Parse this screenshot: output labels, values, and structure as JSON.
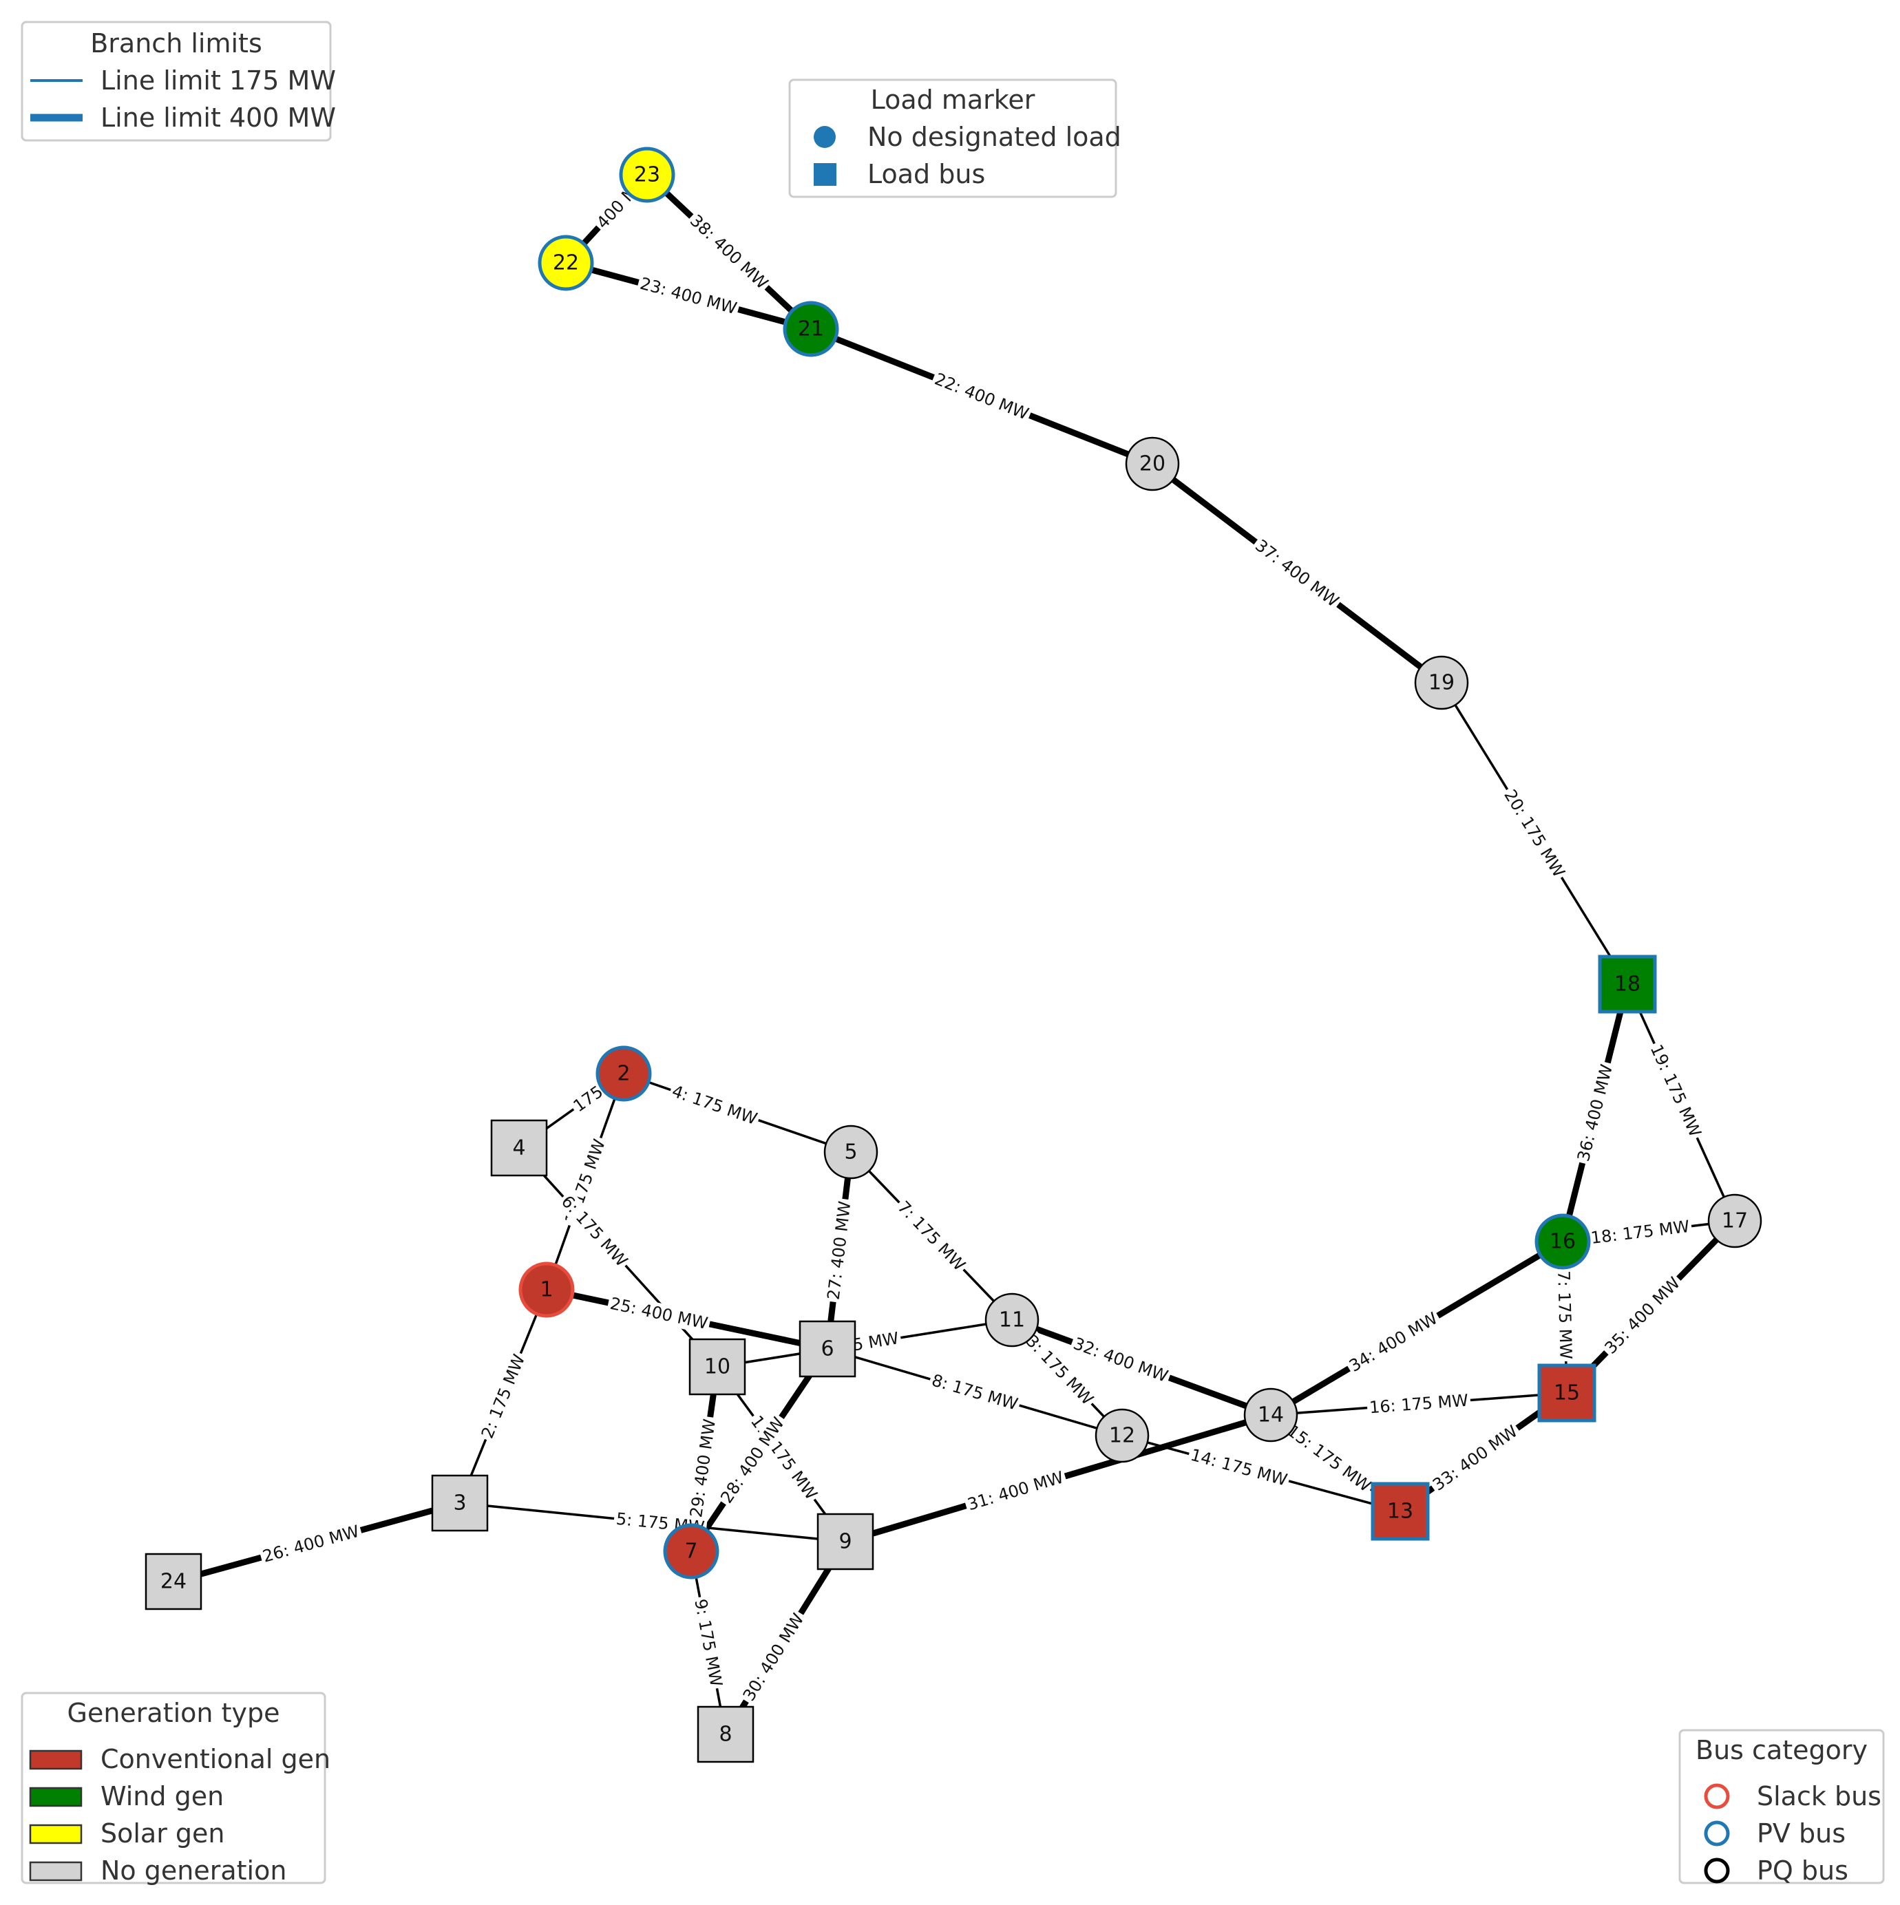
{
  "colors": {
    "conventional": "#c0392b",
    "wind": "#008000",
    "solar": "#ffff00",
    "none": "#d3d3d3",
    "slack": "#e74c3c",
    "pv": "#1f77b4",
    "pq": "#000000",
    "edge": "#000000",
    "legend_blue": "#1f77b4"
  },
  "buses": [
    {
      "id": "1",
      "label": "1",
      "shape": "circle",
      "gen": "conventional",
      "category": "slack"
    },
    {
      "id": "2",
      "label": "2",
      "shape": "circle",
      "gen": "conventional",
      "category": "pv"
    },
    {
      "id": "3",
      "label": "3",
      "shape": "square",
      "gen": "none",
      "category": "pq"
    },
    {
      "id": "4",
      "label": "4",
      "shape": "square",
      "gen": "none",
      "category": "pq"
    },
    {
      "id": "5",
      "label": "5",
      "shape": "circle",
      "gen": "none",
      "category": "pq"
    },
    {
      "id": "6",
      "label": "6",
      "shape": "square",
      "gen": "none",
      "category": "pq"
    },
    {
      "id": "7",
      "label": "7",
      "shape": "circle",
      "gen": "conventional",
      "category": "pv"
    },
    {
      "id": "8",
      "label": "8",
      "shape": "square",
      "gen": "none",
      "category": "pq"
    },
    {
      "id": "9",
      "label": "9",
      "shape": "square",
      "gen": "none",
      "category": "pq"
    },
    {
      "id": "10",
      "label": "10",
      "shape": "square",
      "gen": "none",
      "category": "pq"
    },
    {
      "id": "11",
      "label": "11",
      "shape": "circle",
      "gen": "none",
      "category": "pq"
    },
    {
      "id": "12",
      "label": "12",
      "shape": "circle",
      "gen": "none",
      "category": "pq"
    },
    {
      "id": "13",
      "label": "13",
      "shape": "square",
      "gen": "conventional",
      "category": "pv"
    },
    {
      "id": "14",
      "label": "14",
      "shape": "circle",
      "gen": "none",
      "category": "pq"
    },
    {
      "id": "15",
      "label": "15",
      "shape": "square",
      "gen": "conventional",
      "category": "pv"
    },
    {
      "id": "16",
      "label": "16",
      "shape": "circle",
      "gen": "wind",
      "category": "pv"
    },
    {
      "id": "17",
      "label": "17",
      "shape": "circle",
      "gen": "none",
      "category": "pq"
    },
    {
      "id": "18",
      "label": "18",
      "shape": "square",
      "gen": "wind",
      "category": "pv"
    },
    {
      "id": "19",
      "label": "19",
      "shape": "circle",
      "gen": "none",
      "category": "pq"
    },
    {
      "id": "20",
      "label": "20",
      "shape": "circle",
      "gen": "none",
      "category": "pq"
    },
    {
      "id": "21",
      "label": "21",
      "shape": "circle",
      "gen": "wind",
      "category": "pv"
    },
    {
      "id": "22",
      "label": "22",
      "shape": "circle",
      "gen": "solar",
      "category": "pv"
    },
    {
      "id": "23",
      "label": "23",
      "shape": "circle",
      "gen": "solar",
      "category": "pv"
    },
    {
      "id": "24",
      "label": "24",
      "shape": "square",
      "gen": "none",
      "category": "pq"
    }
  ],
  "branches": [
    {
      "from": "1",
      "to": "2",
      "limit": 175,
      "label": "1: 175 MW"
    },
    {
      "from": "1",
      "to": "3",
      "limit": 175,
      "label": "2: 175 MW"
    },
    {
      "from": "2",
      "to": "4",
      "limit": 175,
      "label": "175 MW"
    },
    {
      "from": "2",
      "to": "5",
      "limit": 175,
      "label": "4: 175 MW"
    },
    {
      "from": "3",
      "to": "9",
      "limit": 175,
      "label": "5: 175 MW"
    },
    {
      "from": "4",
      "to": "10",
      "limit": 175,
      "label": "6: 175 MW"
    },
    {
      "from": "5",
      "to": "11",
      "limit": 175,
      "label": "7: 175 MW"
    },
    {
      "from": "6",
      "to": "12",
      "limit": 175,
      "label": "8: 175 MW"
    },
    {
      "from": "7",
      "to": "8",
      "limit": 175,
      "label": "9: 175 MW"
    },
    {
      "from": "10",
      "to": "11",
      "limit": 175,
      "label": "75 MW"
    },
    {
      "from": "10",
      "to": "9",
      "limit": 175,
      "label": "11: 175 MW"
    },
    {
      "from": "11",
      "to": "12",
      "limit": 175,
      "label": "13: 175 MW"
    },
    {
      "from": "12",
      "to": "13",
      "limit": 175,
      "label": "14: 175 MW"
    },
    {
      "from": "14",
      "to": "13",
      "limit": 175,
      "label": "15: 175 MW"
    },
    {
      "from": "14",
      "to": "15",
      "limit": 175,
      "label": "16: 175 MW"
    },
    {
      "from": "16",
      "to": "15",
      "limit": 175,
      "label": "17: 175 MW"
    },
    {
      "from": "16",
      "to": "17",
      "limit": 175,
      "label": "18: 175 MW"
    },
    {
      "from": "18",
      "to": "17",
      "limit": 175,
      "label": "19: 175 MW"
    },
    {
      "from": "19",
      "to": "18",
      "limit": 175,
      "label": "20: 175 MW"
    },
    {
      "from": "21",
      "to": "20",
      "limit": 400,
      "label": "22: 400 MW"
    },
    {
      "from": "22",
      "to": "21",
      "limit": 400,
      "label": "23: 400 MW"
    },
    {
      "from": "1",
      "to": "6",
      "limit": 400,
      "label": "25: 400 MW"
    },
    {
      "from": "24",
      "to": "3",
      "limit": 400,
      "label": "26: 400 MW"
    },
    {
      "from": "5",
      "to": "6",
      "limit": 400,
      "label": "27: 400 MW"
    },
    {
      "from": "7",
      "to": "6",
      "limit": 400,
      "label": "28: 400 MW"
    },
    {
      "from": "7",
      "to": "10",
      "limit": 400,
      "label": "29: 400 MW"
    },
    {
      "from": "8",
      "to": "9",
      "limit": 400,
      "label": "30: 400 MW"
    },
    {
      "from": "9",
      "to": "14",
      "limit": 400,
      "label": "31: 400 MW"
    },
    {
      "from": "11",
      "to": "14",
      "limit": 400,
      "label": "32: 400 MW"
    },
    {
      "from": "13",
      "to": "15",
      "limit": 400,
      "label": "33: 400 MW"
    },
    {
      "from": "14",
      "to": "16",
      "limit": 400,
      "label": "34: 400 MW"
    },
    {
      "from": "15",
      "to": "17",
      "limit": 400,
      "label": "35: 400 MW"
    },
    {
      "from": "16",
      "to": "18",
      "limit": 400,
      "label": "36: 400 MW"
    },
    {
      "from": "20",
      "to": "19",
      "limit": 400,
      "label": "37: 400 MW"
    },
    {
      "from": "23",
      "to": "21",
      "limit": 400,
      "label": "38: 400 MW"
    },
    {
      "from": "22",
      "to": "23",
      "limit": 400,
      "label": "400 MW"
    }
  ],
  "legends": {
    "branch_limits": {
      "title": "Branch limits",
      "items": [
        {
          "label": "Line limit 175 MW",
          "kind": "thin"
        },
        {
          "label": "Line limit 400 MW",
          "kind": "thick"
        }
      ]
    },
    "load_marker": {
      "title": "Load marker",
      "items": [
        {
          "label": "No designated load",
          "kind": "circle"
        },
        {
          "label": "Load bus",
          "kind": "square"
        }
      ]
    },
    "generation_type": {
      "title": "Generation type",
      "items": [
        {
          "label": "Conventional gen",
          "color_key": "conventional"
        },
        {
          "label": "Wind gen",
          "color_key": "wind"
        },
        {
          "label": "Solar gen",
          "color_key": "solar"
        },
        {
          "label": "No generation",
          "color_key": "none"
        }
      ]
    },
    "bus_category": {
      "title": "Bus category",
      "items": [
        {
          "label": "Slack bus",
          "color_key": "slack"
        },
        {
          "label": "PV bus",
          "color_key": "pv"
        },
        {
          "label": "PQ bus",
          "color_key": "pq"
        }
      ]
    }
  }
}
